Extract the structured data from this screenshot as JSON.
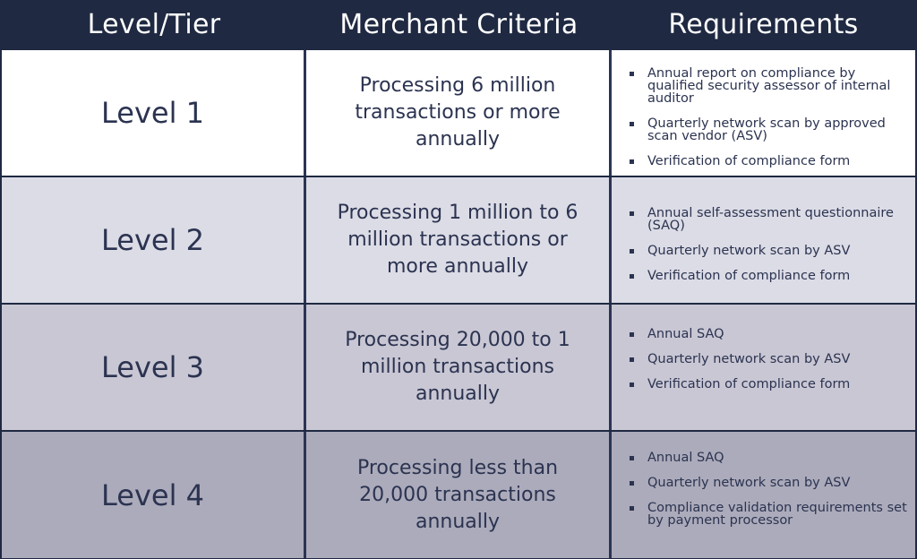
{
  "table": {
    "headers": [
      "Level/Tier",
      "Merchant Criteria",
      "Requirements"
    ],
    "rows": [
      {
        "level": "Level 1",
        "criteria": "Processing 6 million transactions or more annually",
        "requirements": [
          "Annual report on compliance by qualified security assessor of internal auditor",
          "Quarterly network scan by approved scan vendor (ASV)",
          "Verification of compliance form"
        ],
        "background": "#ffffff"
      },
      {
        "level": "Level 2",
        "criteria": "Processing 1 million to 6 million transactions or more annually",
        "requirements": [
          "Annual self-assessment questionnaire (SAQ)",
          "Quarterly network scan by ASV",
          "Verification of compliance form"
        ],
        "background": "#dcdce6"
      },
      {
        "level": "Level 3",
        "criteria": "Processing 20,000 to 1 million transactions annually",
        "requirements": [
          "Annual SAQ",
          "Quarterly network scan by ASV",
          "Verification of compliance form"
        ],
        "background": "#c9c7d4"
      },
      {
        "level": "Level 4",
        "criteria": "Processing less than 20,000 transactions annually",
        "requirements": [
          "Annual SAQ",
          "Quarterly network scan by ASV",
          "Compliance validation requirements set by payment processor"
        ],
        "background": "#acabbb"
      }
    ]
  },
  "colors": {
    "header_bg": "#1f2942",
    "header_text": "#ffffff",
    "border": "#1f2942",
    "body_text": "#2b3350"
  }
}
